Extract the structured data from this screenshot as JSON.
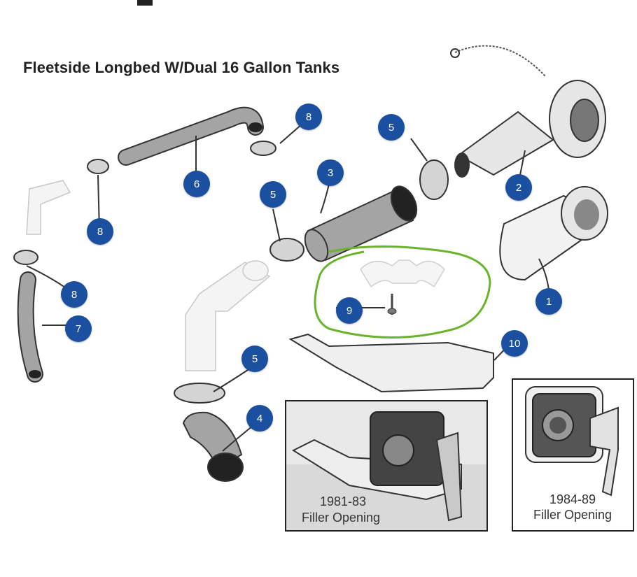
{
  "title": "Fleetside Longbed W/Dual 16 Gallon Tanks",
  "callouts": [
    "1",
    "2",
    "3",
    "4",
    "5",
    "5",
    "5",
    "5",
    "6",
    "7",
    "8",
    "8",
    "8",
    "9",
    "10"
  ],
  "insets": [
    {
      "year": "1981-83",
      "label": "Filler Opening"
    },
    {
      "year": "1984-89",
      "label": "Filler Opening"
    }
  ],
  "colors": {
    "badge": "#1b4fa0",
    "hose": "#a4a4a4",
    "highlight": "#6ab42d",
    "line": "#222222"
  }
}
